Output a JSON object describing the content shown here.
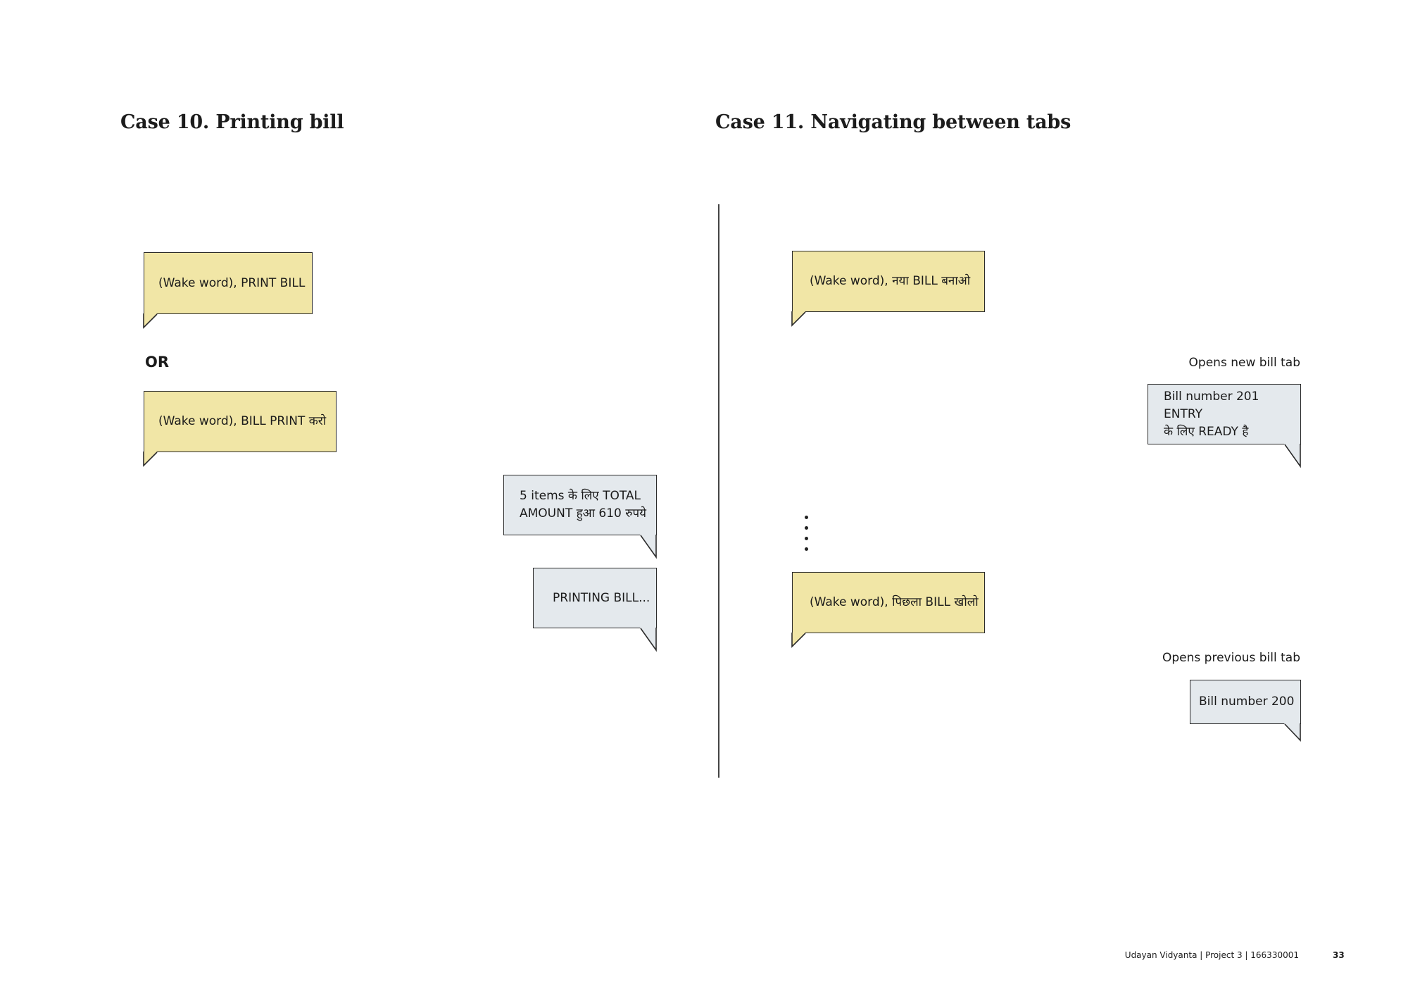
{
  "case10": {
    "title": "Case 10. Printing bill",
    "user_msg_1": "(Wake word), PRINT BILL",
    "or_label": "OR",
    "user_msg_2": "(Wake word), BILL PRINT करो",
    "sys_msg_1": "5 items के लिए TOTAL\nAMOUNT हुआ 610 रुपये",
    "sys_msg_2": "PRINTING BILL..."
  },
  "case11": {
    "title": "Case 11. Navigating between tabs",
    "user_msg_1": "(Wake word), नया BILL बनाओ",
    "caption_1": "Opens new bill tab",
    "sys_msg_1": "Bill number 201 ENTRY\nके लिए READY है",
    "user_msg_2": "(Wake word), पिछला BILL खोलो",
    "caption_2": "Opens previous bill tab",
    "sys_msg_2": "Bill number 200"
  },
  "footer": {
    "credit": "Udayan Vidyanta | Project 3 | 166330001",
    "page_number": "33"
  },
  "colors": {
    "user_bubble": "#f1e6a6",
    "system_bubble": "#e4e9ed",
    "border": "#2b2b2b"
  }
}
